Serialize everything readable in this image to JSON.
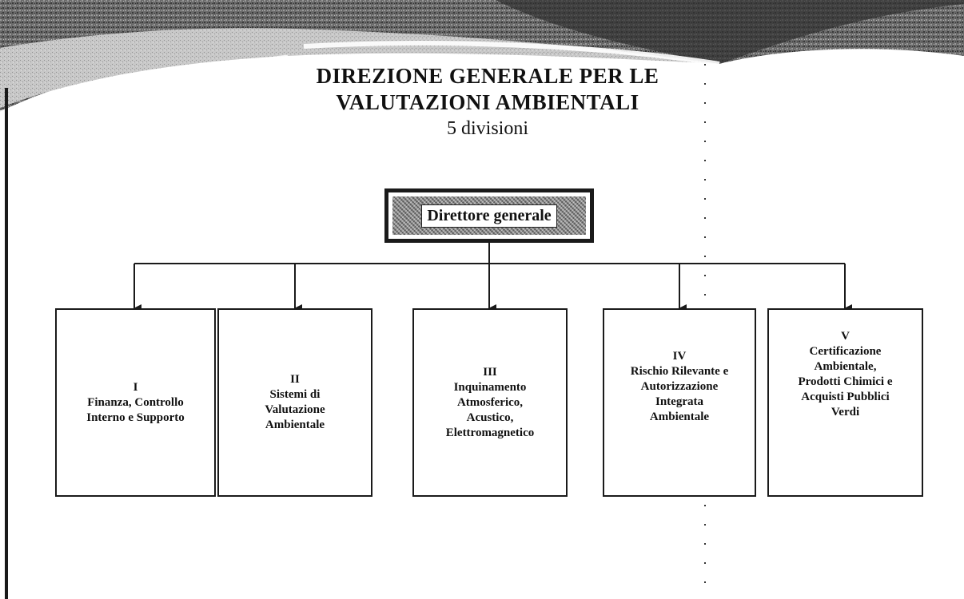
{
  "title": {
    "line1": "DIREZIONE GENERALE PER LE",
    "line2": "VALUTAZIONI AMBIENTALI",
    "subtitle": "5 divisioni"
  },
  "director": {
    "label": "Direttore generale"
  },
  "divisions": [
    {
      "number": "I",
      "name": "Finanza, Controllo\nInterno e Supporto"
    },
    {
      "number": "II",
      "name": "Sistemi di\nValutazione\nAmbientale"
    },
    {
      "number": "III",
      "name": "Inquinamento\nAtmosferico,\nAcustico,\nElettromagnetico"
    },
    {
      "number": "IV",
      "name": "Rischio Rilevante e\nAutorizzazione\nIntegrata\nAmbientale"
    },
    {
      "number": "V",
      "name": "Certificazione\nAmbientale,\nProdotti Chimici e\nAcquisti Pubblici\nVerdi"
    }
  ],
  "colors": {
    "line": "#1a1a1a",
    "background": "#ffffff",
    "swoosh_dark": "#4a4a4a",
    "swoosh_light": "#bdbdbd"
  }
}
